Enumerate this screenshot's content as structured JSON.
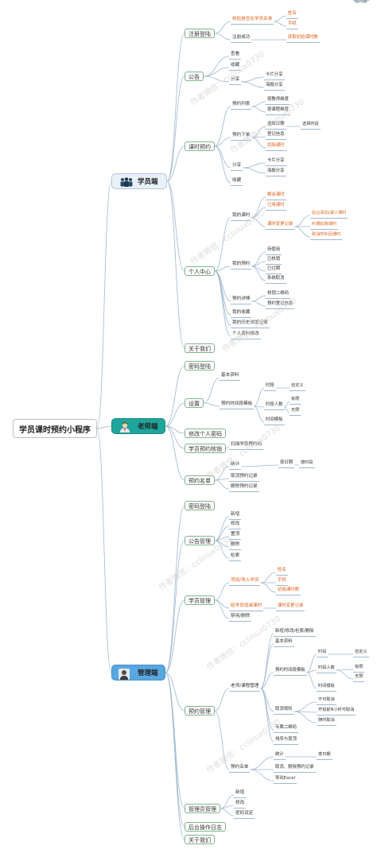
{
  "root": "学员课时预约小程序",
  "watermark": [
    "作者微信：cclinux0730",
    "作者微信：cclinux0730",
    "作者微信：cclinux0730",
    "作者微信：cclinux0730",
    "作者微信：cclinux0730",
    "作者微信：cclinux0730",
    "作者微信：cclinux0730",
    "作者微信：cclinux0730"
  ],
  "branches": [
    {
      "label": "学员端",
      "icon": "users-icon",
      "children": [
        {
          "label": "注册登陆",
          "children": [
            {
              "label": "校验是否在学员名单",
              "orange": true,
              "children": [
                {
                  "label": "姓名",
                  "orange": true
                },
                {
                  "label": "手机",
                  "orange": true
                }
              ]
            },
            {
              "label": "注册成功",
              "children": [
                {
                  "label": "获取初始课时数",
                  "orange": true
                }
              ]
            }
          ]
        },
        {
          "label": "公告",
          "children": [
            {
              "label": "查看"
            },
            {
              "label": "收藏"
            },
            {
              "label": "分享",
              "children": [
                {
                  "label": "卡片分享"
                },
                {
                  "label": "海报分享"
                }
              ]
            }
          ]
        },
        {
          "label": "课时预约",
          "children": [
            {
              "label": "预约列表",
              "children": [
                {
                  "label": "按教师维度"
                },
                {
                  "label": "按课程维度"
                }
              ]
            },
            {
              "label": "预约下单",
              "children": [
                {
                  "label": "选择日期",
                  "children": [
                    {
                      "label": "选择时段"
                    }
                  ]
                },
                {
                  "label": "登记信息"
                },
                {
                  "label": "扣除课时",
                  "orange": true
                }
              ]
            },
            {
              "label": "分享",
              "children": [
                {
                  "label": "卡片分享"
                },
                {
                  "label": "海报分享"
                }
              ]
            },
            {
              "label": "收藏"
            }
          ]
        },
        {
          "label": "个人中心",
          "children": [
            {
              "label": "我的课时",
              "children": [
                {
                  "label": "剩余课时",
                  "orange": true
                },
                {
                  "label": "已用课时",
                  "orange": true
                },
                {
                  "label": "课时变更记录",
                  "orange": true,
                  "children": [
                    {
                      "label": "后台添加/减少课时",
                      "orange": true
                    },
                    {
                      "label": "约课扣除课时",
                      "orange": true
                    },
                    {
                      "label": "取消时补回课时",
                      "orange": true
                    }
                  ]
                }
              ]
            },
            {
              "label": "我的预约",
              "children": [
                {
                  "label": "待使用"
                },
                {
                  "label": "已核销"
                },
                {
                  "label": "已过期"
                },
                {
                  "label": "系统取消"
                }
              ]
            },
            {
              "label": "预约详情",
              "children": [
                {
                  "label": "核销二维码"
                },
                {
                  "label": "预约登记信息"
                }
              ]
            },
            {
              "label": "我的收藏"
            },
            {
              "label": "我的历史浏览记录"
            },
            {
              "label": "个人资料修改"
            }
          ]
        },
        {
          "label": "关于我们"
        }
      ]
    },
    {
      "label": "老师端",
      "icon": "teacher-icon",
      "children": [
        {
          "label": "密码登陆"
        },
        {
          "label": "设置",
          "children": [
            {
              "label": "基本资料"
            },
            {
              "label": "预约时间段模板",
              "children": [
                {
                  "label": "时段",
                  "children": [
                    {
                      "label": "自定义"
                    }
                  ]
                },
                {
                  "label": "时段人数",
                  "children": [
                    {
                      "label": "有限"
                    },
                    {
                      "label": "无限"
                    }
                  ]
                },
                {
                  "label": "时间模板"
                }
              ]
            }
          ]
        },
        {
          "label": "修改个人密码"
        },
        {
          "label": "学员预约核销",
          "children": [
            {
              "label": "扫描学员预约码"
            }
          ]
        },
        {
          "label": "预约名单",
          "children": [
            {
              "label": "统计",
              "children": [
                {
                  "label": "按日期",
                  "children": [
                    {
                      "label": "按时段"
                    }
                  ]
                }
              ]
            },
            {
              "label": "取消预约记录"
            },
            {
              "label": "删除预约记录"
            }
          ]
        }
      ]
    },
    {
      "label": "管理端",
      "icon": "admin-icon",
      "children": [
        {
          "label": "密码登陆"
        },
        {
          "label": "公告管理",
          "children": [
            {
              "label": "新增"
            },
            {
              "label": "修改"
            },
            {
              "label": "置顶"
            },
            {
              "label": "删除"
            },
            {
              "label": "检索"
            }
          ]
        },
        {
          "label": "学员管理",
          "children": [
            {
              "label": "添加/导入学员",
              "orange": true,
              "children": [
                {
                  "label": "姓名",
                  "orange": true
                },
                {
                  "label": "手机",
                  "orange": true
                },
                {
                  "label": "初始课时数",
                  "orange": true
                }
              ]
            },
            {
              "label": "给学员增减课时",
              "orange": true,
              "children": [
                {
                  "label": "课时变更记录",
                  "orange": true
                }
              ]
            },
            {
              "label": "禁用/删除"
            }
          ]
        },
        {
          "label": "预约管理",
          "children": [
            {
              "label": "老师/课程管理",
              "children": [
                {
                  "label": "新增/修改/检索/删除"
                },
                {
                  "label": "基本资料"
                },
                {
                  "label": "预约时间段模板",
                  "children": [
                    {
                      "label": "时段",
                      "children": [
                        {
                          "label": "自定义"
                        }
                      ]
                    },
                    {
                      "label": "时段人数",
                      "children": [
                        {
                          "label": "有限"
                        },
                        {
                          "label": "无限"
                        }
                      ]
                    },
                    {
                      "label": "时间模板"
                    }
                  ]
                },
                {
                  "label": "取消规则",
                  "children": [
                    {
                      "label": "不可取消"
                    },
                    {
                      "label": "开始前N小时可取消"
                    },
                    {
                      "label": "随时取消"
                    }
                  ]
                },
                {
                  "label": "专属二维码"
                },
                {
                  "label": "排序与置顶"
                }
              ]
            },
            {
              "label": "预约名单",
              "children": [
                {
                  "label": "统计",
                  "children": [
                    {
                      "label": "按日期",
                      "children": [
                        {
                          "label": "按时段"
                        }
                      ]
                    }
                  ]
                },
                {
                  "label": "取消、删除预约记录"
                },
                {
                  "label": "导出Excel"
                }
              ]
            }
          ]
        },
        {
          "label": "管理员管理",
          "children": [
            {
              "label": "新增"
            },
            {
              "label": "修改"
            },
            {
              "label": "密码设定"
            }
          ]
        },
        {
          "label": "后台操作日志"
        },
        {
          "label": "关于我们"
        }
      ]
    }
  ],
  "colors": {
    "student_fill": "#e8f0f8",
    "teacher_fill": "#1fa59b",
    "admin_fill": "#5aa6e0",
    "orange_text": "#e0621b",
    "line": "#9fb8d0",
    "module_border": "#7fb58f"
  }
}
